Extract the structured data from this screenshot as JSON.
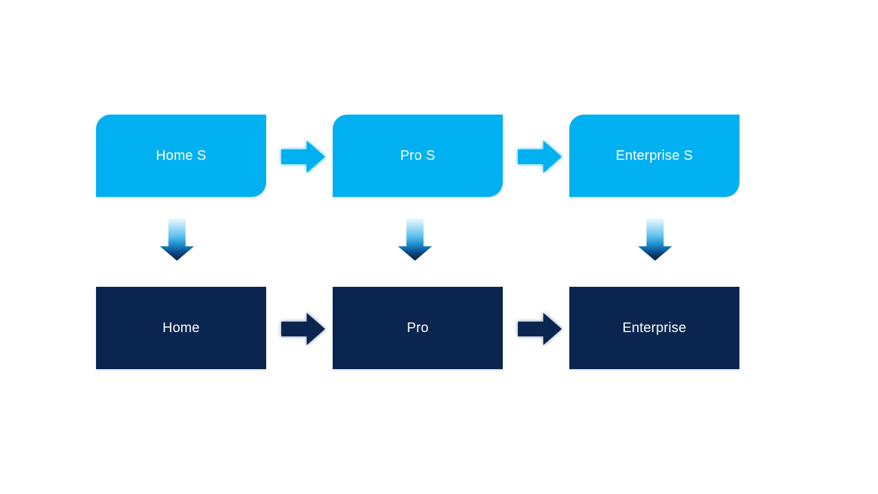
{
  "diagram": {
    "type": "process-flow",
    "colors": {
      "background": "#FFFFFF",
      "primary": "#00B0F0",
      "dark": "#0A2650",
      "label_text": "#FFFFFF"
    },
    "rows": [
      {
        "name": "top",
        "style": "light-blue-rounded",
        "nodes": [
          {
            "label": "Home S"
          },
          {
            "label": "Pro S"
          },
          {
            "label": "Enterprise S"
          }
        ]
      },
      {
        "name": "bottom",
        "style": "navy-rectangle",
        "nodes": [
          {
            "label": "Home"
          },
          {
            "label": "Pro"
          },
          {
            "label": "Enterprise"
          }
        ]
      }
    ],
    "connectors": {
      "top_row_horizontal": [
        "Home S → Pro S",
        "Pro S → Enterprise S"
      ],
      "bottom_row_horizontal": [
        "Home → Pro",
        "Pro → Enterprise"
      ],
      "vertical": [
        "Home S → Home",
        "Pro S → Pro",
        "Enterprise S → Enterprise"
      ]
    }
  }
}
